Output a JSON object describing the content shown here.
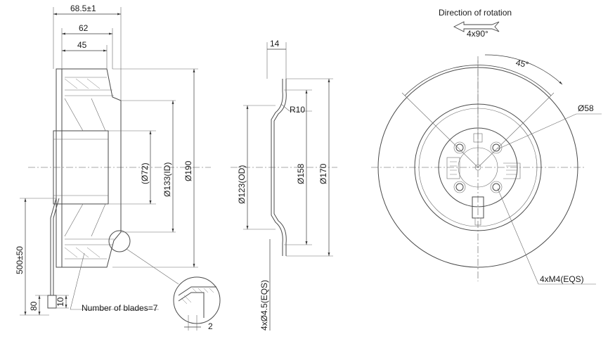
{
  "side_view": {
    "dims": {
      "overall_width": "68.5±1",
      "width_62": "62",
      "width_45": "45",
      "inner_dia": "(Ø72)",
      "id_dia": "Ø133(ID)",
      "outer_dia": "Ø190",
      "cable_length": "500±50",
      "cable_80": "80",
      "cable_10": "10",
      "detail_2": "2"
    },
    "blades_note": "Number of blades=7"
  },
  "ring_view": {
    "dims": {
      "thickness": "14",
      "radius": "R10",
      "od": "Ø123(OD)",
      "dia_158": "Ø158",
      "dia_170": "Ø170",
      "holes": "4xØ4.5(EQS)"
    }
  },
  "front_view": {
    "rotation_label": "Direction of rotation",
    "angle_4x90": "4x90°",
    "angle_45": "45°",
    "dia_58": "Ø58",
    "screws": "4xM4(EQS)"
  }
}
